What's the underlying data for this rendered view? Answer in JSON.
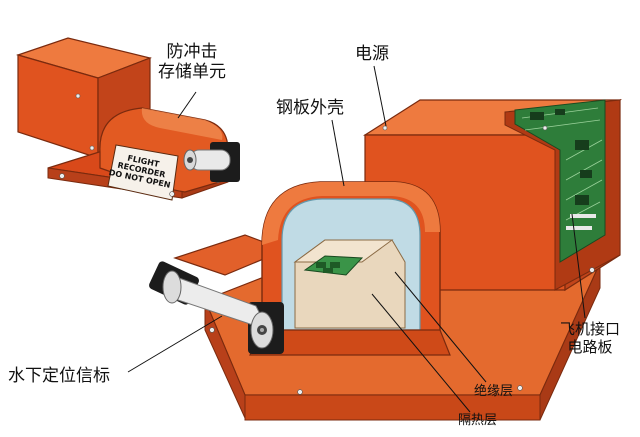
{
  "labels": {
    "crash_unit": "防冲击\n存储单元",
    "power": "电源",
    "steel_shell": "钢板外壳",
    "aircraft_board": "飞机接口\n电路板",
    "underwater_beacon": "水下定位信标",
    "insulation": "绝缘层",
    "thermal": "隔热层"
  },
  "plate_text": "FLIGHT\nRECORDER\nDO NOT OPEN",
  "colors": {
    "orange_front": "#e0531f",
    "orange_top": "#ee7a3f",
    "orange_side": "#c2441a",
    "board_green": "#2e7d3a",
    "glass": "#bfe3f0"
  }
}
